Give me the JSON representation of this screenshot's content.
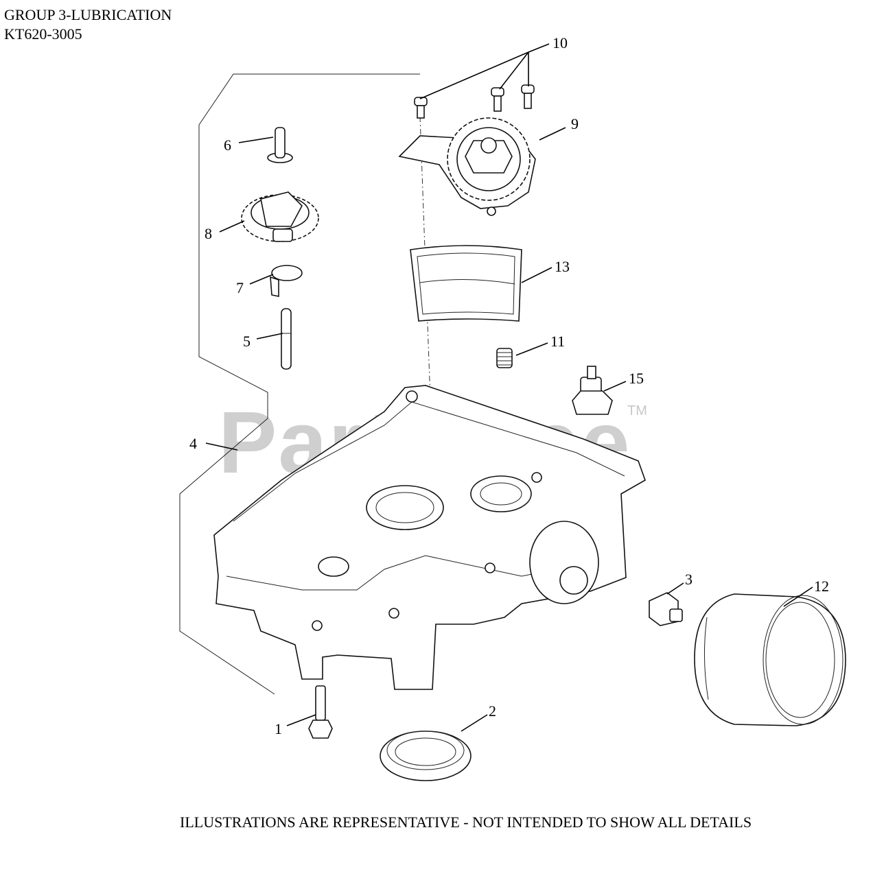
{
  "header": {
    "line1": "GROUP 3-LUBRICATION",
    "line2": "KT620-3005"
  },
  "footer": {
    "note": "ILLUSTRATIONS ARE REPRESENTATIVE - NOT INTENDED TO SHOW ALL DETAILS"
  },
  "watermark": {
    "text": "PartsTree",
    "tm": "TM"
  },
  "callouts": [
    "1",
    "2",
    "3",
    "4",
    "5",
    "6",
    "7",
    "8",
    "9",
    "10",
    "11",
    "12",
    "13",
    "15"
  ]
}
